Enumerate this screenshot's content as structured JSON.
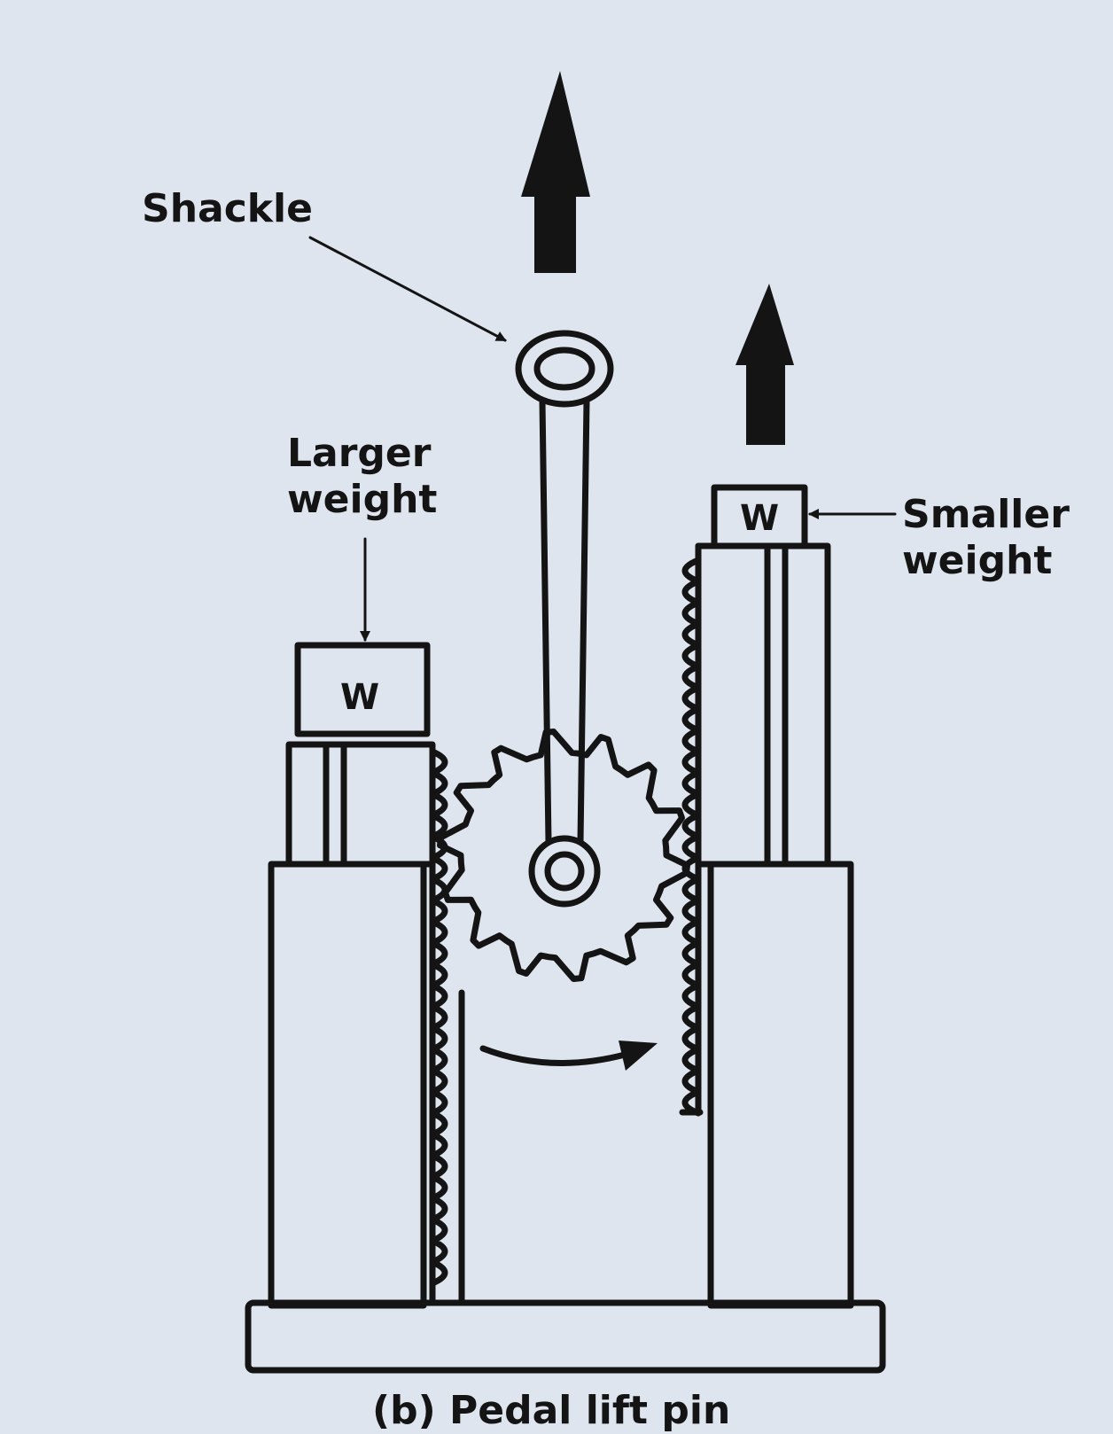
{
  "labels": {
    "shackle": "Shackle",
    "larger_weight_line1": "Larger",
    "larger_weight_line2": "weight",
    "smaller_weight_line1": "Smaller",
    "smaller_weight_line2": "weight",
    "weight_symbol": "W",
    "caption": "(b) Pedal lift pin"
  },
  "colors": {
    "background": "#dfe5ee",
    "ink": "#141414"
  }
}
